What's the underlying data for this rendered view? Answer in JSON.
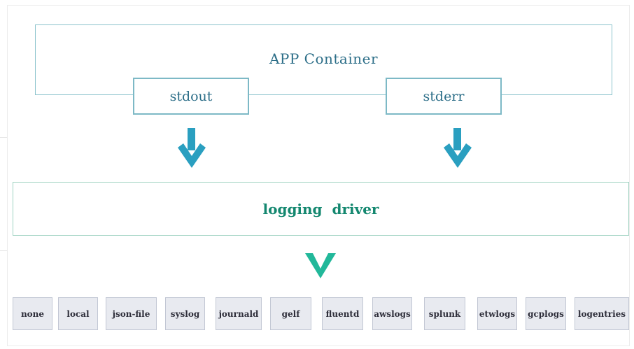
{
  "app_container": {
    "label": "APP Container"
  },
  "streams": {
    "stdout": "stdout",
    "stderr": "stderr"
  },
  "logging_driver": {
    "label": "logging  driver"
  },
  "drivers": [
    "none",
    "local",
    "json-file",
    "syslog",
    "journald",
    "gelf",
    "fluentd",
    "awslogs",
    "splunk",
    "etwlogs",
    "gcplogs",
    "logentries"
  ],
  "colors": {
    "container_border": "#8cc3cc",
    "container_text": "#2c6e88",
    "arrow": "#2a9fc0",
    "driver_border": "#9fd2c1",
    "driver_text": "#13876f",
    "chevron": "#22b89a",
    "option_bg": "#e8eaf0",
    "option_border": "#c2c7d4"
  }
}
